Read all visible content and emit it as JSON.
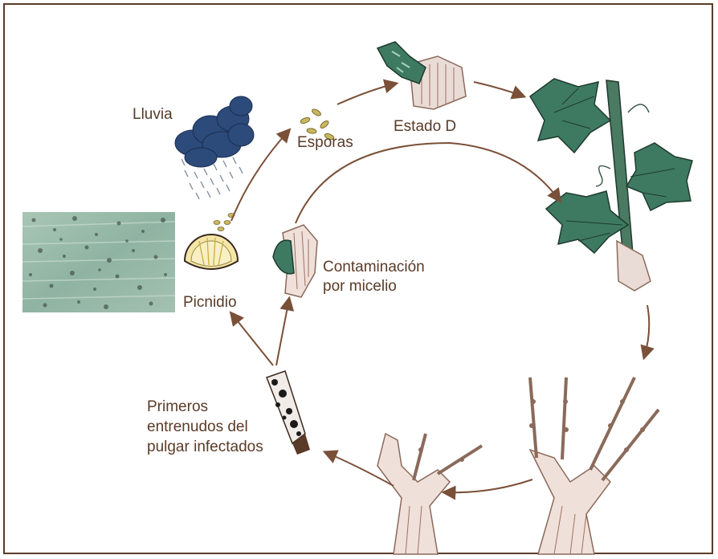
{
  "labels": {
    "rain": "Lluvia",
    "spores": "Esporas",
    "stage_d": "Estado D",
    "contamination": [
      "Contaminación",
      "por micelio"
    ],
    "pycnidium": "Picnidio",
    "infected_internodes": [
      "Primeros",
      "entrenudos del",
      "pulgar infectados"
    ]
  },
  "colors": {
    "frame": "#5a3b28",
    "arrow": "#7a5038",
    "text": "#5a3b28",
    "leaf": "#3e7a62",
    "wood": "#8a6a5a",
    "rain_cloud": "#2c4a7a",
    "photo_bg": "#9ab8a8"
  }
}
